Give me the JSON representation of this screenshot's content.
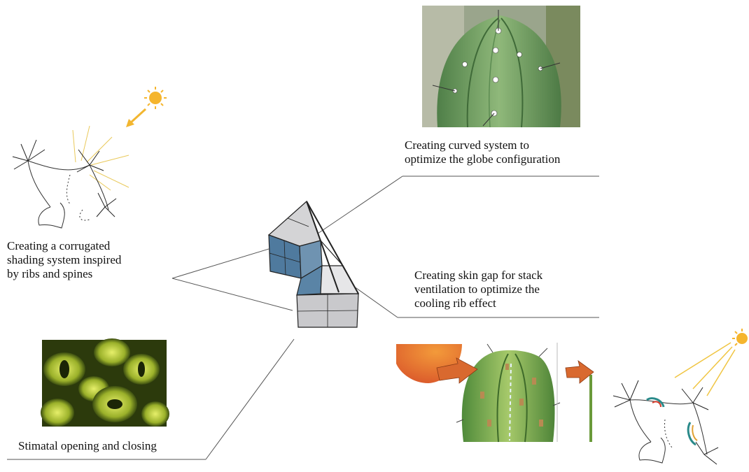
{
  "captions": {
    "curved": [
      "Creating curved system to",
      "optimize the globe configuration"
    ],
    "corrugated": [
      "Creating a corrugated",
      "shading system inspired",
      "by ribs and spines"
    ],
    "skin_gap": [
      "Creating skin gap for stack",
      "ventilation to optimize the",
      "cooling rib effect"
    ],
    "stomatal": [
      "Stimatal opening and closing"
    ]
  },
  "icons": [
    "sun-icon",
    "cactus-photo",
    "stomata-photo",
    "cactus-illustration",
    "arrow-icon",
    "rib-spine-sketch",
    "facade-module-3d"
  ],
  "colors": {
    "sun": "#f5b52e",
    "cactus_green": "#6f9f5c",
    "panel_blue": "#4f7a9e",
    "panel_gray": "#c9c9cc",
    "stomata_yellow": "#c8d43a",
    "sunset_orange": "#e5762e",
    "arrow_orange": "#d9692f"
  }
}
